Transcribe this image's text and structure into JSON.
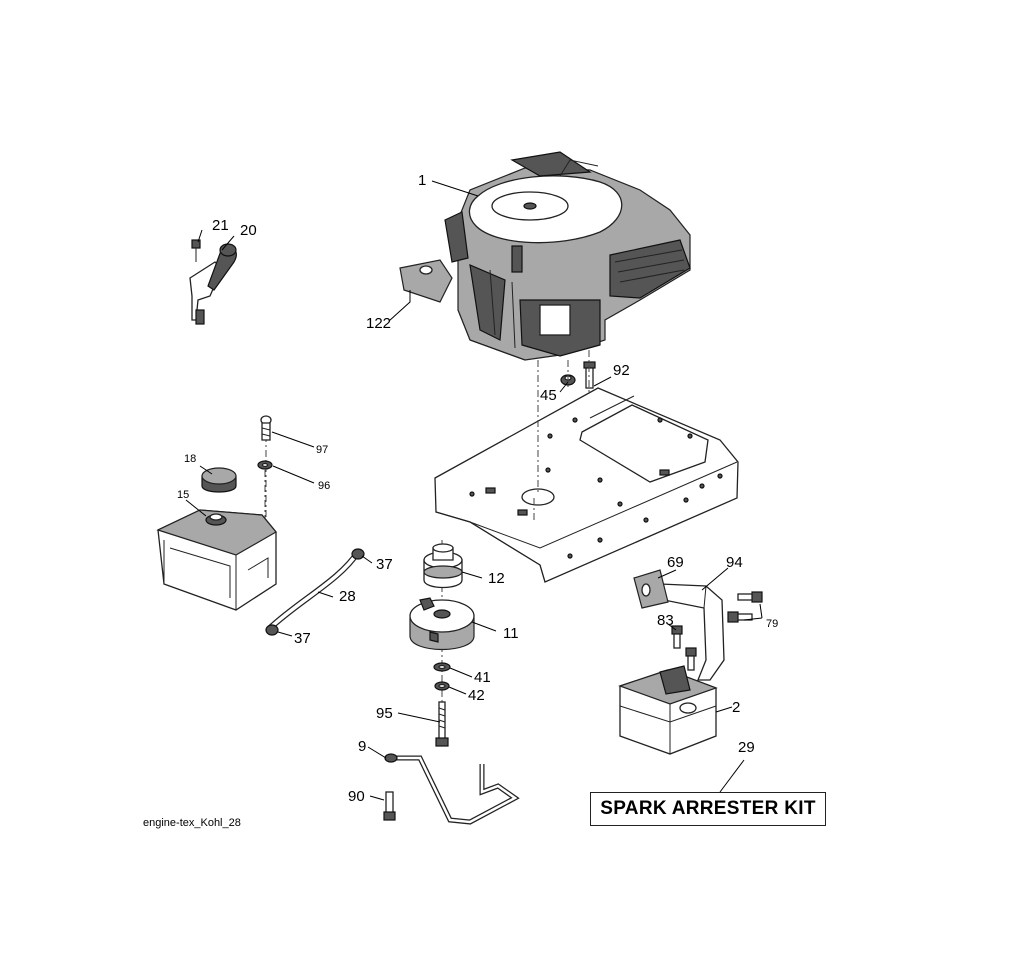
{
  "diagram": {
    "drawing_id": "engine-tex_Kohl_28",
    "kit_box_label": "SPARK ARRESTER KIT",
    "callouts": {
      "c1": "1",
      "c2": "2",
      "c9": "9",
      "c11": "11",
      "c12": "12",
      "c15": "15",
      "c18": "18",
      "c20": "20",
      "c21": "21",
      "c28": "28",
      "c29": "29",
      "c37a": "37",
      "c37b": "37",
      "c41": "41",
      "c42": "42",
      "c45": "45",
      "c69": "69",
      "c79": "79",
      "c83": "83",
      "c90": "90",
      "c92": "92",
      "c94": "94",
      "c95": "95",
      "c96": "96",
      "c97": "97",
      "c122": "122"
    }
  }
}
